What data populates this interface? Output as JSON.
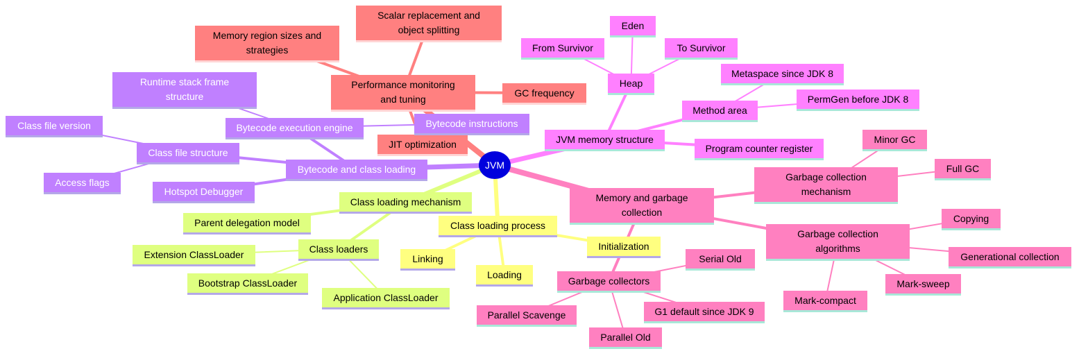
{
  "colors": {
    "root": "#0000dd",
    "red": "#ff8080",
    "purple": "#c080ff",
    "pink": "#ff80ff",
    "rose": "#ff80c0",
    "yellow": "#ffff80",
    "lime": "#dfff80"
  },
  "root": {
    "label": "JVM"
  },
  "nodes": {
    "perf": {
      "label": "Performance monitoring\nand tuning"
    },
    "scalar": {
      "label": "Scalar replacement and\nobject splitting"
    },
    "memsizes": {
      "label": "Memory region sizes and\nstrategies"
    },
    "gcfreq": {
      "label": "GC frequency"
    },
    "jit": {
      "label": "JIT optimization"
    },
    "bytecode": {
      "label": "Bytecode and class loading"
    },
    "execengine": {
      "label": "Bytecode execution engine"
    },
    "stackframe": {
      "label": "Runtime stack frame\nstructure"
    },
    "bcinstr": {
      "label": "Bytecode instructions"
    },
    "classfile": {
      "label": "Class file structure"
    },
    "cfversion": {
      "label": "Class file version"
    },
    "accessflags": {
      "label": "Access flags"
    },
    "hsdb": {
      "label": "Hotspot Debugger"
    },
    "jvmmem": {
      "label": "JVM memory structure"
    },
    "heap": {
      "label": "Heap"
    },
    "eden": {
      "label": "Eden"
    },
    "fromsurv": {
      "label": "From Survivor"
    },
    "tosurv": {
      "label": "To Survivor"
    },
    "methodarea": {
      "label": "Method area"
    },
    "metaspace": {
      "label": "Metaspace since JDK 8"
    },
    "permgen": {
      "label": "PermGen before JDK 8"
    },
    "pcreg": {
      "label": "Program counter register"
    },
    "memgc": {
      "label": "Memory and garbage\ncollection"
    },
    "gcmech": {
      "label": "Garbage collection\nmechanism"
    },
    "minorgc": {
      "label": "Minor GC"
    },
    "fullgc": {
      "label": "Full GC"
    },
    "gcalgo": {
      "label": "Garbage collection\nalgorithms"
    },
    "copying": {
      "label": "Copying"
    },
    "generational": {
      "label": "Generational collection"
    },
    "marksweep": {
      "label": "Mark-sweep"
    },
    "markcompact": {
      "label": "Mark-compact"
    },
    "collectors": {
      "label": "Garbage collectors"
    },
    "serialold": {
      "label": "Serial Old"
    },
    "g1": {
      "label": "G1 default since JDK 9"
    },
    "parscav": {
      "label": "Parallel Scavenge"
    },
    "parold": {
      "label": "Parallel Old"
    },
    "clproc": {
      "label": "Class loading process"
    },
    "linking": {
      "label": "Linking"
    },
    "loading": {
      "label": "Loading"
    },
    "init": {
      "label": "Initialization"
    },
    "clmech": {
      "label": "Class loading mechanism"
    },
    "parentdel": {
      "label": "Parent delegation model"
    },
    "classloaders": {
      "label": "Class loaders"
    },
    "extcl": {
      "label": "Extension ClassLoader"
    },
    "bootcl": {
      "label": "Bootstrap ClassLoader"
    },
    "appcl": {
      "label": "Application ClassLoader"
    }
  }
}
